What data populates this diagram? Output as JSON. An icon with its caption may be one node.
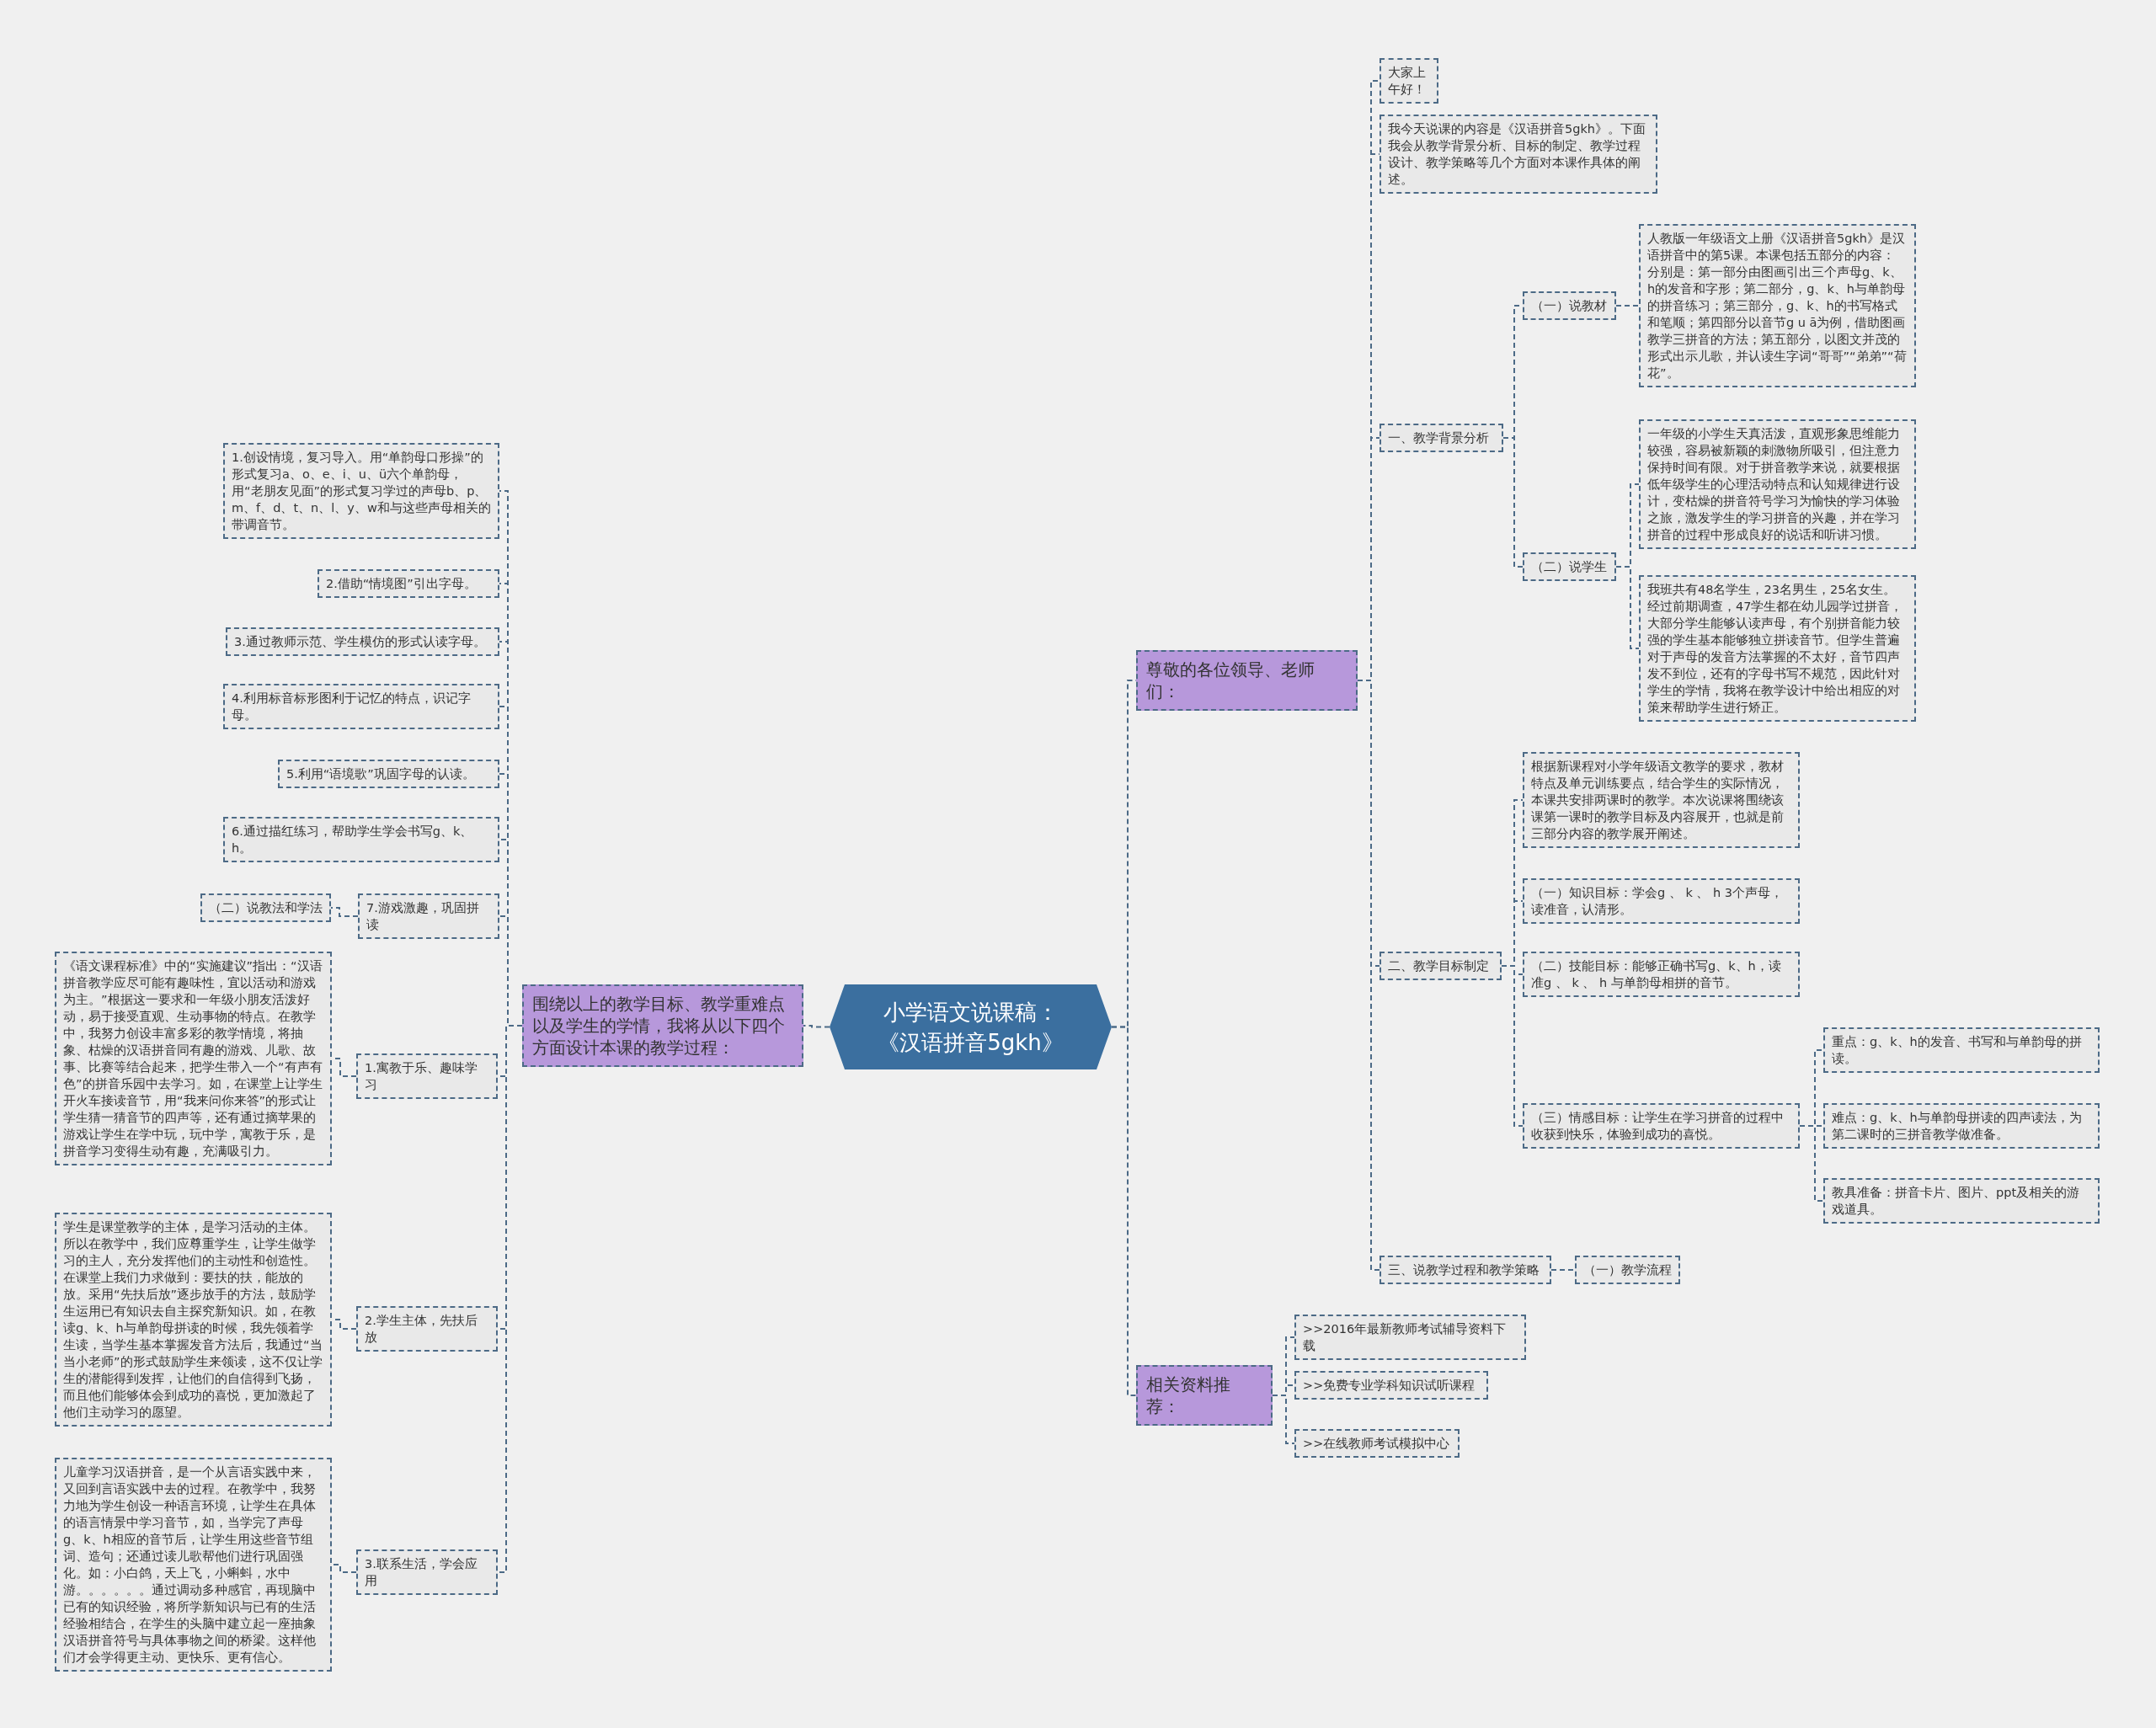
{
  "diagram": {
    "nodes": [
      {
        "text": [
          "小学语文说课稿：《汉语拼音5gkh》"
        ]
      },
      {
        "text": [
          "尊敬的各位领导、老师们："
        ]
      },
      {
        "text": [
          "大家上午好！"
        ]
      },
      {
        "text": [
          "我今天说课的内容是《汉语拼音5gkh》。下面我会从教学背景分析、目标的制定、教学过程设计、教学策略等几个方面对本课作具体的阐述。"
        ]
      },
      {
        "text": [
          "一、教学背景分析"
        ]
      },
      {
        "text": [
          "（一）说教材"
        ]
      },
      {
        "text": [
          "人教版一年级语文上册《汉语拼音5gkh》是汉语拼音中的第5课。本课包括五部分的内容：分别是：第一部分由图画引出三个声母g、k、h的发音和字形；第二部分，g、k、h与单韵母的拼音练习；第三部分，g、k、h的书写格式和笔顺；第四部分以音节g u ā为例，借助图画教学三拼音的方法；第五部分，以图文并茂的形式出示儿歌，并认读生字词“哥哥”“弟弟”“荷花”。"
        ]
      },
      {
        "text": [
          "（二）说学生"
        ]
      },
      {
        "text": [
          "一年级的小学生天真活泼，直观形象思维能力较强，容易被新颖的刺激物所吸引，但注意力保持时间有限。对于拼音教学来说，就要根据低年级学生的心理活动特点和认知规律进行设计，变枯燥的拼音符号学习为愉快的学习体验之旅，激发学生的学习拼音的兴趣，并在学习拼音的过程中形成良好的说话和听讲习惯。"
        ]
      },
      {
        "text": [
          "我班共有48名学生，23名男生，25名女生。经过前期调查，47学生都在幼儿园学过拼音，大部分学生能够认读声母，有个别拼音能力较强的学生基本能够独立拼读音节。但学生普遍对于声母的发音方法掌握的不太好，音节四声发不到位，还有的字母书写不规范，因此针对学生的学情，我将在教学设计中给出相应的对策来帮助学生进行矫正。"
        ]
      },
      {
        "text": [
          "二、教学目标制定"
        ]
      },
      {
        "text": [
          "根据新课程对小学年级语文教学的要求，教材特点及单元训练要点，结合学生的实际情况，本课共安排两课时的教学。本次说课将围绕该课第一课时的教学目标及内容展开，也就是前三部分内容的教学展开阐述。"
        ]
      },
      {
        "text": [
          "（一）知识目标：学会g 、 k 、 h 3个声母，读准音，认清形。"
        ]
      },
      {
        "text": [
          "（二）技能目标：能够正确书写g、k、h，读准g 、 k 、 h 与单韵母相拼的音节。"
        ]
      },
      {
        "text": [
          "（三）情感目标：让学生在学习拼音的过程中收获到快乐，体验到成功的喜悦。"
        ]
      },
      {
        "text": [
          "重点：g、k、h的发音、书写和与单韵母的拼读。"
        ]
      },
      {
        "text": [
          "难点：g、k、h与单韵母拼读的四声读法，为第二课时的三拼音教学做准备。"
        ]
      },
      {
        "text": [
          "教具准备：拼音卡片、图片、ppt及相关的游戏道具。"
        ]
      },
      {
        "text": [
          "三、说教学过程和教学策略"
        ]
      },
      {
        "text": [
          "（一）教学流程"
        ]
      },
      {
        "text": [
          "相关资料推荐："
        ]
      },
      {
        "text": [
          ">>2016年最新教师考试辅导资料下载"
        ]
      },
      {
        "text": [
          ">>免费专业学科知识试听课程"
        ]
      },
      {
        "text": [
          ">>在线教师考试模拟中心"
        ]
      },
      {
        "text": [
          "围绕以上的教学目标、教学重难点以及学生的学情，我将从以下四个方面设计本课的教学过程："
        ]
      },
      {
        "text": [
          "1.创设情境，复习导入。用“单韵母口形操”的形式复习a、o、e、i、u、ü六个单韵母，用“老朋友见面”的形式复习学过的声母b、p、m、f、d、t、n、l、y、w和与这些声母相关的带调音节。"
        ]
      },
      {
        "text": [
          "2.借助“情境图”引出字母。"
        ]
      },
      {
        "text": [
          "3.通过教师示范、学生模仿的形式认读字母。"
        ]
      },
      {
        "text": [
          "4.利用标音标形图利于记忆的特点，识记字母。"
        ]
      },
      {
        "text": [
          "5.利用“语境歌”巩固字母的认读。"
        ]
      },
      {
        "text": [
          "6.通过描红练习，帮助学生学会书写g、k、h。"
        ]
      },
      {
        "text": [
          "7.游戏激趣，巩固拼读"
        ]
      },
      {
        "text": [
          "（二）说教法和学法"
        ]
      },
      {
        "text": [
          "1.寓教于乐、趣味学习"
        ]
      },
      {
        "text": [
          "《语文课程标准》中的“实施建议”指出：“汉语拼音教学应尽可能有趣味性，宜以活动和游戏为主。”根据这一要求和一年级小朋友活泼好动，易于接受直观、生动事物的特点。在教学中，我努力创设丰富多彩的教学情境，将抽象、枯燥的汉语拼音同有趣的游戏、儿歌、故事、比赛等结合起来，把学生带入一个“有声有色”的拼音乐园中去学习。如，在课堂上让学生开火车接读音节，用“我来问你来答”的形式让学生猜一猜音节的四声等，还有通过摘苹果的游戏让学生在学中玩，玩中学，寓教于乐，是拼音学习变得生动有趣，充满吸引力。"
        ]
      },
      {
        "text": [
          "2.学生主体，先扶后放"
        ]
      },
      {
        "text": [
          "学生是课堂教学的主体，是学习活动的主体。所以在教学中，我们应尊重学生，让学生做学习的主人，充分发挥他们的主动性和创造性。在课堂上我们力求做到：要扶的扶，能放的放。采用“先扶后放”逐步放手的方法，鼓励学生运用已有知识去自主探究新知识。如，在教读g、k、h与单韵母拼读的时候，我先领着学生读，当学生基本掌握发音方法后，我通过“当当小老师”的形式鼓励学生来领读，这不仅让学生的潜能得到发挥，让他们的自信得到飞扬，而且他们能够体会到成功的喜悦，更加激起了他们主动学习的愿望。"
        ]
      },
      {
        "text": [
          "3.联系生活，学会应用"
        ]
      },
      {
        "text": [
          "儿童学习汉语拼音，是一个从言语实践中来，又回到言语实践中去的过程。在教学中，我努力地为学生创设一种语言环境，让学生在具体的语言情景中学习音节，如，当学完了声母g、k、h相应的音节后，让学生用这些音节组词、造句；还通过读儿歌帮他们进行巩固强化。如：小白鸽，天上飞，小蝌蚪，水中游。。。。。。通过调动多种感官，再现脑中已有的知识经验，将所学新知识与已有的生活经验相结合，在学生的头脑中建立起一座抽象汉语拼音符号与具体事物之间的桥梁。这样他们才会学得更主动、更快乐、更有信心。"
        ]
      }
    ],
    "edges": [
      {
        "from": 0,
        "to": 1,
        "arrow": "none"
      },
      {
        "from": 1,
        "to": 2,
        "arrow": "none"
      },
      {
        "from": 1,
        "to": 3,
        "arrow": "none"
      },
      {
        "from": 1,
        "to": 4,
        "arrow": "none"
      },
      {
        "from": 4,
        "to": 5,
        "arrow": "none"
      },
      {
        "from": 5,
        "to": 6,
        "arrow": "none"
      },
      {
        "from": 4,
        "to": 7,
        "arrow": "none"
      },
      {
        "from": 7,
        "to": 8,
        "arrow": "none"
      },
      {
        "from": 7,
        "to": 9,
        "arrow": "none"
      },
      {
        "from": 1,
        "to": 10,
        "arrow": "none"
      },
      {
        "from": 10,
        "to": 11,
        "arrow": "none"
      },
      {
        "from": 10,
        "to": 12,
        "arrow": "none"
      },
      {
        "from": 10,
        "to": 13,
        "arrow": "none"
      },
      {
        "from": 10,
        "to": 14,
        "arrow": "none"
      },
      {
        "from": 14,
        "to": 15,
        "arrow": "none"
      },
      {
        "from": 14,
        "to": 16,
        "arrow": "none"
      },
      {
        "from": 14,
        "to": 17,
        "arrow": "none"
      },
      {
        "from": 1,
        "to": 18,
        "arrow": "none"
      },
      {
        "from": 18,
        "to": 19,
        "arrow": "none"
      },
      {
        "from": 0,
        "to": 20,
        "arrow": "none"
      },
      {
        "from": 20,
        "to": 21,
        "arrow": "none"
      },
      {
        "from": 20,
        "to": 22,
        "arrow": "none"
      },
      {
        "from": 20,
        "to": 23,
        "arrow": "none"
      },
      {
        "from": 0,
        "to": 24,
        "arrow": "none"
      },
      {
        "from": 24,
        "to": 25,
        "arrow": "none"
      },
      {
        "from": 24,
        "to": 26,
        "arrow": "none"
      },
      {
        "from": 24,
        "to": 27,
        "arrow": "none"
      },
      {
        "from": 24,
        "to": 28,
        "arrow": "none"
      },
      {
        "from": 24,
        "to": 29,
        "arrow": "none"
      },
      {
        "from": 24,
        "to": 30,
        "arrow": "none"
      },
      {
        "from": 24,
        "to": 31,
        "arrow": "none"
      },
      {
        "from": 31,
        "to": 32,
        "arrow": "none"
      },
      {
        "from": 24,
        "to": 33,
        "arrow": "none"
      },
      {
        "from": 33,
        "to": 34,
        "arrow": "none"
      },
      {
        "from": 24,
        "to": 35,
        "arrow": "none"
      },
      {
        "from": 35,
        "to": 36,
        "arrow": "none"
      },
      {
        "from": 24,
        "to": 37,
        "arrow": "none"
      },
      {
        "from": 37,
        "to": 38,
        "arrow": "none"
      }
    ]
  }
}
